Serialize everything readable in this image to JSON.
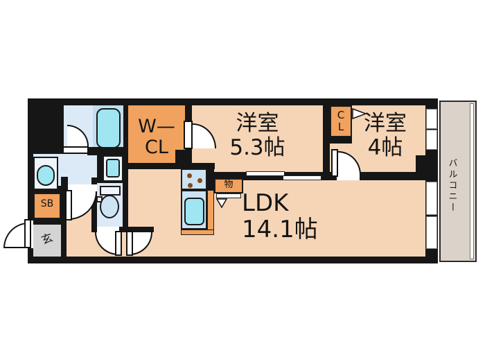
{
  "floorplan": {
    "rooms": {
      "walkin_closet": {
        "line1": "W—",
        "line2": "CL"
      },
      "bedroom_53": {
        "name": "洋室",
        "size": "5.3帖"
      },
      "closet": {
        "line1": "C",
        "line2": "L"
      },
      "bedroom_4": {
        "name": "洋室",
        "size": "4帖"
      },
      "ldk": {
        "name": "LDK",
        "size": "14.1帖"
      },
      "storage": {
        "label": "物"
      },
      "shoe_box": {
        "label": "SB"
      },
      "entrance": {
        "label": "玄"
      },
      "balcony": {
        "label": "バルコニー"
      }
    },
    "colors": {
      "wall": "#161616",
      "room_peach": "#F6D5B7",
      "closet_orange": "#F0A25E",
      "wet_area_blue": "#DCEAF7",
      "fixture_cyan": "#A0E6F2",
      "balcony_beige": "#DBD3CA",
      "entrance_gray": "#D4D4D4",
      "background": "#FFFFFF"
    }
  }
}
